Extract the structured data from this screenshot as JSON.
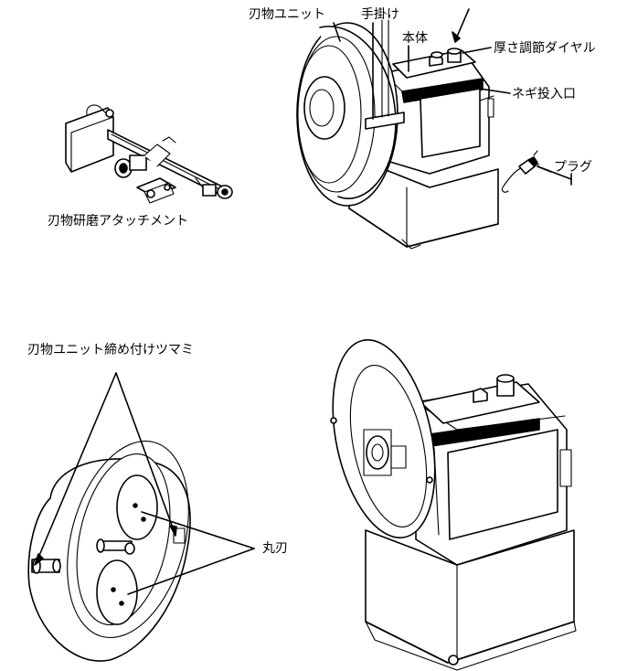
{
  "labels": {
    "blade_unit": "刃物ユニット",
    "handle": "手掛け",
    "body": "本体",
    "thickness_dial": "厚さ調節ダイヤル",
    "green_onion_inlet": "ネギ投入口",
    "plug": "プラグ",
    "sharpening_attachment": "刃物研磨アタッチメント",
    "blade_unit_knob": "刃物ユニット締め付けツマミ",
    "round_blade": "丸刃"
  }
}
